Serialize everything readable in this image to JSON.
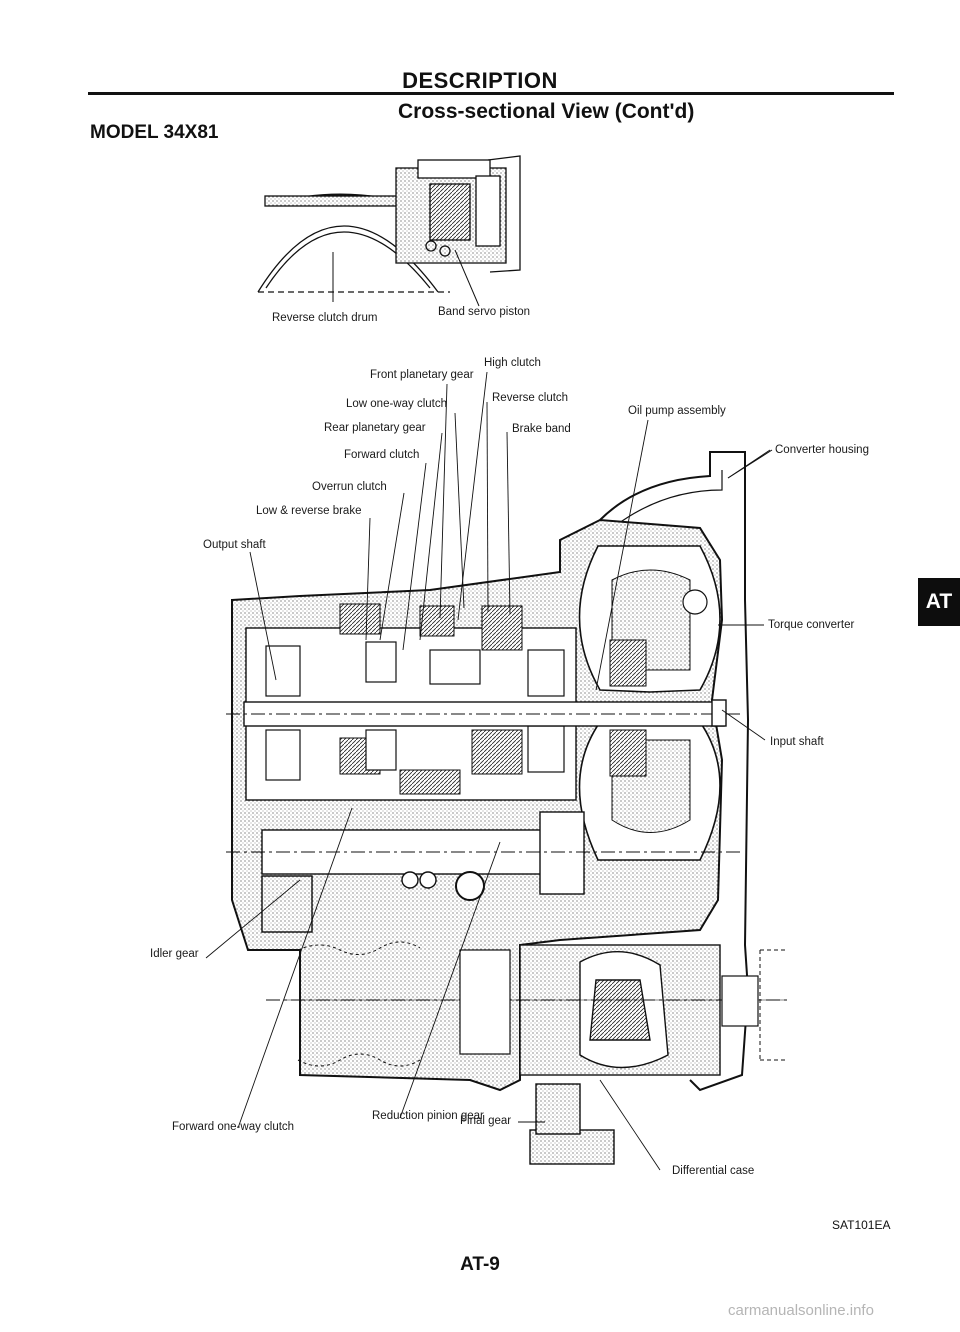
{
  "header": {
    "section": "DESCRIPTION",
    "subtitle": "Cross-sectional View (Cont'd)",
    "model": "MODEL 34X81"
  },
  "tab": {
    "label": "AT"
  },
  "labels": {
    "reverse_clutch_drum": "Reverse clutch drum",
    "band_servo_piston": "Band servo piston",
    "high_clutch": "High clutch",
    "front_planetary_gear": "Front planetary gear",
    "low_one_way_clutch": "Low one-way clutch",
    "reverse_clutch": "Reverse clutch",
    "oil_pump_assembly": "Oil pump assembly",
    "rear_planetary_gear": "Rear planetary gear",
    "brake_band": "Brake band",
    "forward_clutch": "Forward clutch",
    "converter_housing": "Converter housing",
    "overrun_clutch": "Overrun clutch",
    "low_reverse_brake": "Low & reverse brake",
    "output_shaft": "Output shaft",
    "torque_converter": "Torque converter",
    "input_shaft": "Input shaft",
    "idler_gear": "Idler gear",
    "forward_one_way_clutch": "Forward one-way clutch",
    "reduction_pinion_gear": "Reduction pinion gear",
    "final_gear": "Final gear",
    "differential_case": "Differential case"
  },
  "figure_code": "SAT101EA",
  "page_number": "AT-9",
  "watermark": "carmanualsonline.info"
}
